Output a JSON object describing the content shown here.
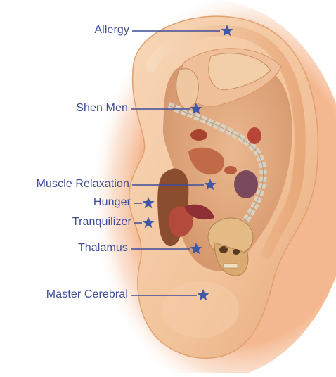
{
  "colors": {
    "label_text": "#3f4d99",
    "leader_line": "#3f4d99",
    "star": "#3f57a8",
    "skin": "#f2c39a",
    "skin_shadow": "#d98f5c",
    "glow": "#f4b48a"
  },
  "points": [
    {
      "id": "allergy",
      "label": "Allergy",
      "icon": "star-icon"
    },
    {
      "id": "shen-men",
      "label": "Shen Men",
      "icon": "star-icon"
    },
    {
      "id": "muscle-relaxation",
      "label": "Muscle Relaxation",
      "icon": "star-icon"
    },
    {
      "id": "hunger",
      "label": "Hunger",
      "icon": "star-icon"
    },
    {
      "id": "tranquilizer",
      "label": "Tranquilizer",
      "icon": "star-icon"
    },
    {
      "id": "thalamus",
      "label": "Thalamus",
      "icon": "star-icon"
    },
    {
      "id": "master-cerebral",
      "label": "Master Cerebral",
      "icon": "star-icon"
    }
  ]
}
